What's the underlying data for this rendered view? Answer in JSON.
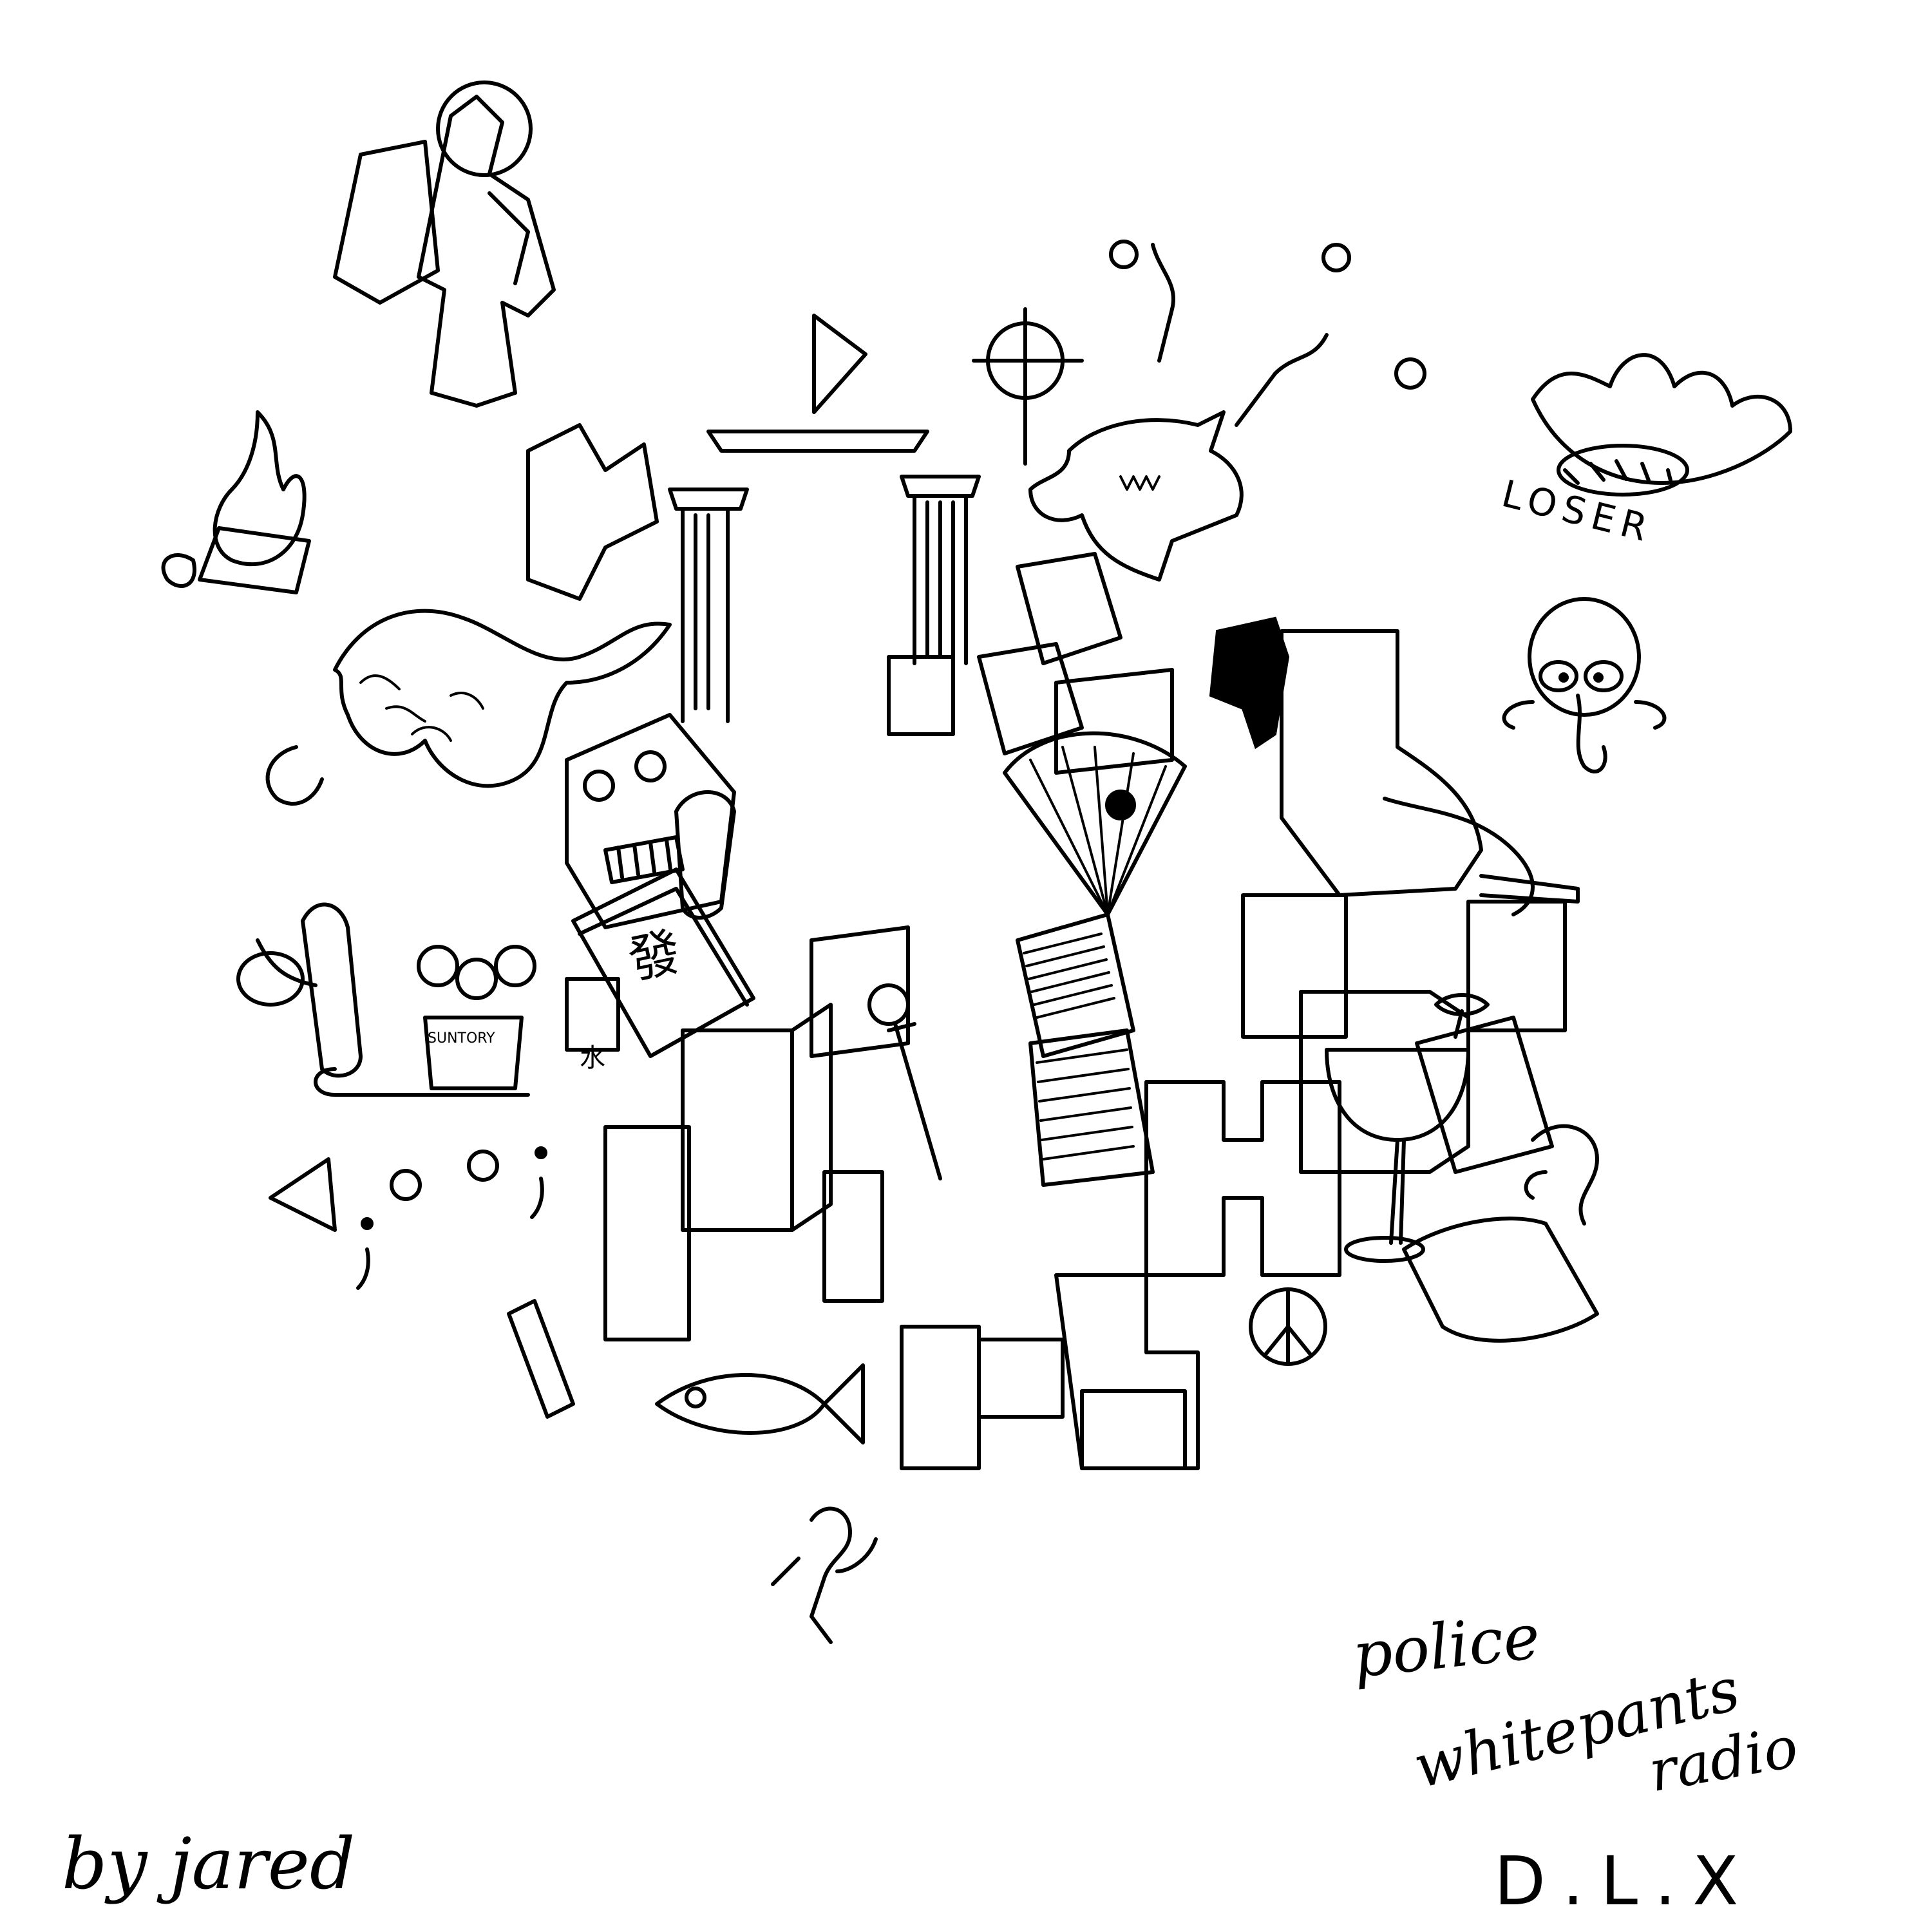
{
  "doodle_labels": {
    "loser": "LOSER",
    "suntory": "SUNTORY",
    "water_glyph": "水",
    "book_glyph": "發",
    "punctuation": "; o o ;"
  },
  "credits": {
    "author": "by jared",
    "line1": "police",
    "line2": "whitepants",
    "line3": "radio",
    "initials": "D.L.X"
  },
  "colors": {
    "ink": "#000000",
    "paper": "#ffffff"
  }
}
